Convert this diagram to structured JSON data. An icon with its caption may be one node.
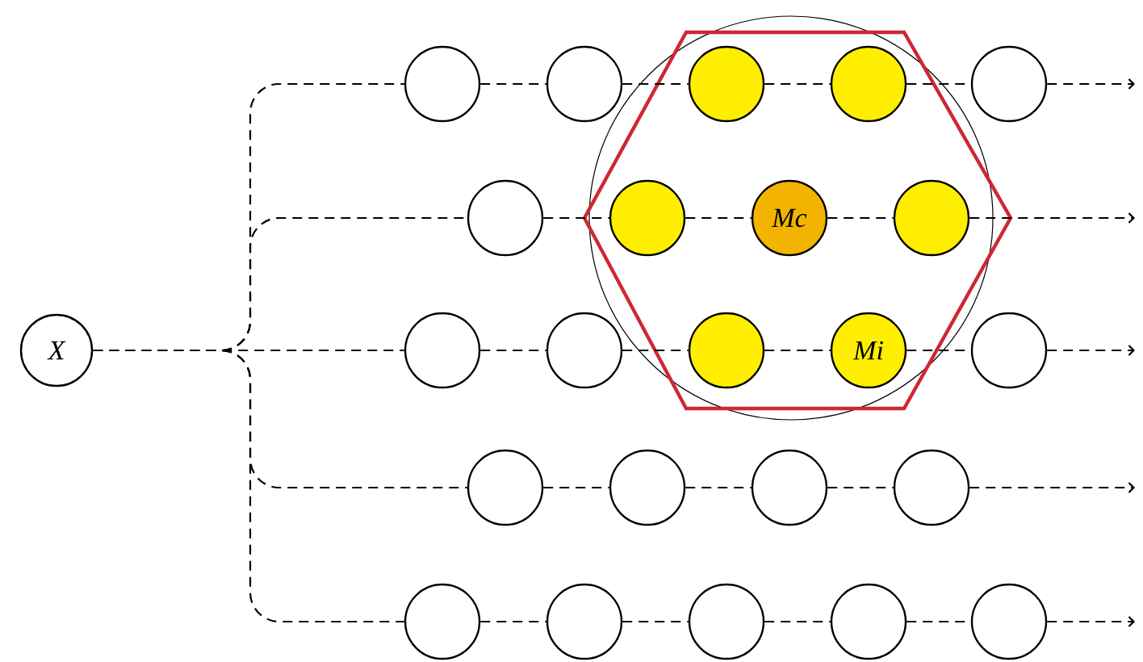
{
  "diagram": {
    "nodes": [
      {
        "text": [
          "X"
        ]
      },
      {
        "text": [],
        "shape": "circle"
      },
      {
        "text": [],
        "shape": "circle"
      },
      {
        "text": [],
        "shape": "circle"
      },
      {
        "text": [],
        "shape": "circle"
      },
      {
        "text": [],
        "shape": "circle"
      },
      {
        "text": [],
        "shape": "circle"
      },
      {
        "text": [],
        "shape": "circle"
      },
      {
        "text": [
          "Mc"
        ]
      },
      {
        "text": [],
        "shape": "circle"
      },
      {
        "text": [],
        "shape": "circle"
      },
      {
        "text": [],
        "shape": "circle"
      },
      {
        "text": [],
        "shape": "circle"
      },
      {
        "text": [
          "Mi"
        ]
      },
      {
        "text": [],
        "shape": "circle"
      },
      {
        "text": [],
        "shape": "circle"
      },
      {
        "text": [],
        "shape": "circle"
      },
      {
        "text": [],
        "shape": "circle"
      },
      {
        "text": [],
        "shape": "circle"
      },
      {
        "text": [],
        "shape": "circle"
      },
      {
        "text": [],
        "shape": "circle"
      },
      {
        "text": [],
        "shape": "circle"
      },
      {
        "text": [],
        "shape": "circle"
      },
      {
        "text": [],
        "shape": "circle"
      }
    ],
    "edges": [
      {
        "from": 0,
        "to": 1,
        "arrow": "none",
        "style": "dashed"
      },
      {
        "from": 0,
        "to": 6,
        "arrow": "none",
        "style": "dashed"
      },
      {
        "from": 0,
        "to": 10,
        "arrow": "none",
        "style": "dashed"
      },
      {
        "from": 0,
        "to": 15,
        "arrow": "none",
        "style": "dashed"
      },
      {
        "from": 0,
        "to": 19,
        "arrow": "none",
        "style": "dashed"
      },
      {
        "from": 1,
        "to": 2,
        "arrow": "none",
        "style": "dashed"
      },
      {
        "from": 2,
        "to": 3,
        "arrow": "none",
        "style": "dashed"
      },
      {
        "from": 3,
        "to": 4,
        "arrow": "none",
        "style": "dashed"
      },
      {
        "from": 4,
        "to": 5,
        "arrow": "none",
        "style": "dashed"
      },
      {
        "from": 5,
        "to": null,
        "arrow": "to",
        "style": "dashed"
      },
      {
        "from": 6,
        "to": 7,
        "arrow": "none",
        "style": "dashed"
      },
      {
        "from": 7,
        "to": 8,
        "arrow": "none",
        "style": "dashed"
      },
      {
        "from": 8,
        "to": 9,
        "arrow": "none",
        "style": "dashed"
      },
      {
        "from": 9,
        "to": null,
        "arrow": "to",
        "style": "dashed"
      },
      {
        "from": 10,
        "to": 11,
        "arrow": "none",
        "style": "dashed"
      },
      {
        "from": 11,
        "to": 12,
        "arrow": "none",
        "style": "dashed"
      },
      {
        "from": 12,
        "to": 13,
        "arrow": "none",
        "style": "dashed"
      },
      {
        "from": 13,
        "to": 14,
        "arrow": "none",
        "style": "dashed"
      },
      {
        "from": 14,
        "to": null,
        "arrow": "to",
        "style": "dashed"
      },
      {
        "from": 15,
        "to": 16,
        "arrow": "none",
        "style": "dashed"
      },
      {
        "from": 16,
        "to": 17,
        "arrow": "none",
        "style": "dashed"
      },
      {
        "from": 17,
        "to": 18,
        "arrow": "none",
        "style": "dashed"
      },
      {
        "from": 18,
        "to": null,
        "arrow": "to",
        "style": "dashed"
      },
      {
        "from": 19,
        "to": 20,
        "arrow": "none",
        "style": "dashed"
      },
      {
        "from": 20,
        "to": 21,
        "arrow": "none",
        "style": "dashed"
      },
      {
        "from": 21,
        "to": 22,
        "arrow": "none",
        "style": "dashed"
      },
      {
        "from": 22,
        "to": 23,
        "arrow": "none",
        "style": "dashed"
      },
      {
        "from": 23,
        "to": null,
        "arrow": "to",
        "style": "dashed"
      }
    ]
  }
}
